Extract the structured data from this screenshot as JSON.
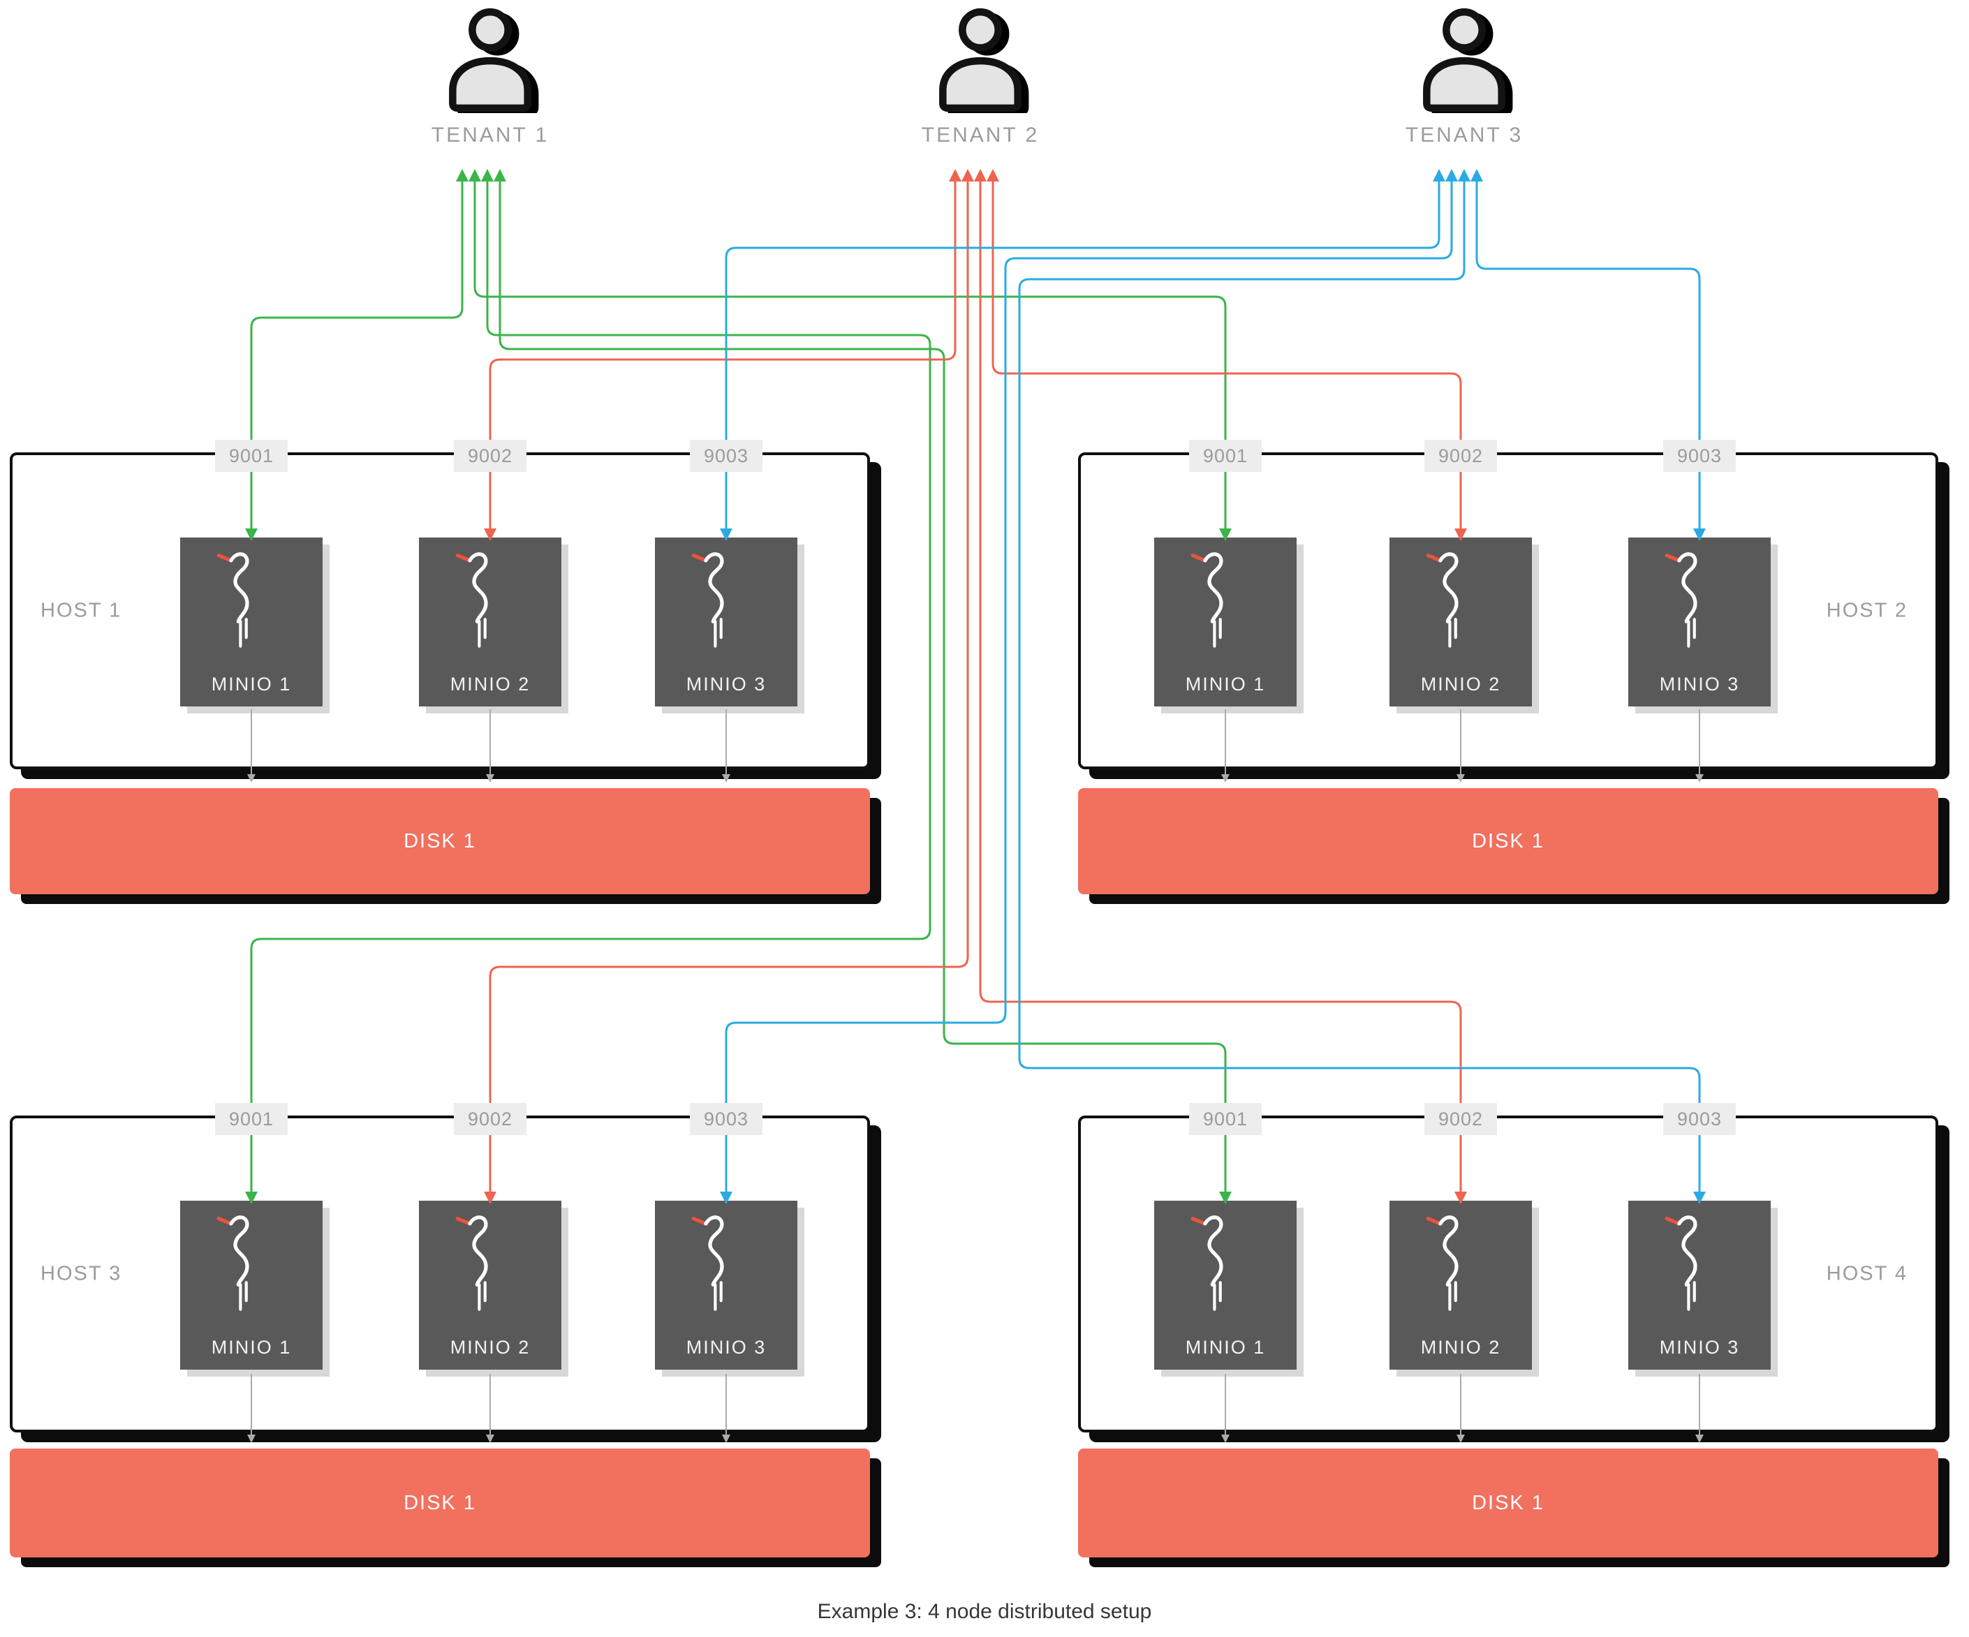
{
  "tenants": [
    {
      "label": "TENANT 1"
    },
    {
      "label": "TENANT 2"
    },
    {
      "label": "TENANT 3"
    }
  ],
  "hosts": [
    {
      "label": "HOST 1",
      "ports": [
        "9001",
        "9002",
        "9003"
      ],
      "nodes": [
        "MINIO 1",
        "MINIO 2",
        "MINIO 3"
      ],
      "disk_label": "DISK 1"
    },
    {
      "label": "HOST 2",
      "ports": [
        "9001",
        "9002",
        "9003"
      ],
      "nodes": [
        "MINIO 1",
        "MINIO 2",
        "MINIO 3"
      ],
      "disk_label": "DISK 1"
    },
    {
      "label": "HOST 3",
      "ports": [
        "9001",
        "9002",
        "9003"
      ],
      "nodes": [
        "MINIO 1",
        "MINIO 2",
        "MINIO 3"
      ],
      "disk_label": "DISK 1"
    },
    {
      "label": "HOST 4",
      "ports": [
        "9001",
        "9002",
        "9003"
      ],
      "nodes": [
        "MINIO 1",
        "MINIO 2",
        "MINIO 3"
      ],
      "disk_label": "DISK 1"
    }
  ],
  "caption": "Example 3: 4 node distributed setup",
  "colors": {
    "tenant1_wire": "#3bb44a",
    "tenant2_wire": "#ef6450",
    "tenant3_wire": "#29abe2",
    "disk_fill": "#f2705e",
    "minio_node_fill": "#595959",
    "host_border": "#0f0f0f"
  }
}
